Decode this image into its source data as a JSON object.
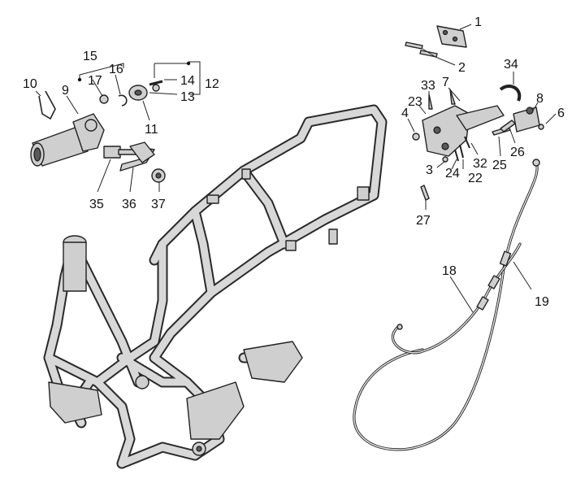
{
  "callouts": {
    "c1": "1",
    "c2": "2",
    "c3": "3",
    "c4": "4",
    "c6": "6",
    "c7": "7",
    "c8": "8",
    "c9": "9",
    "c10": "10",
    "c11": "11",
    "c12": "12",
    "c13": "13",
    "c14": "14",
    "c15": "15",
    "c16": "16",
    "c17": "17",
    "c18": "18",
    "c19": "19",
    "c22": "22",
    "c23": "23",
    "c24": "24",
    "c25": "25",
    "c26": "26",
    "c27": "27",
    "c32": "32",
    "c33": "33",
    "c34": "34",
    "c35": "35",
    "c36": "36",
    "c37": "37"
  }
}
